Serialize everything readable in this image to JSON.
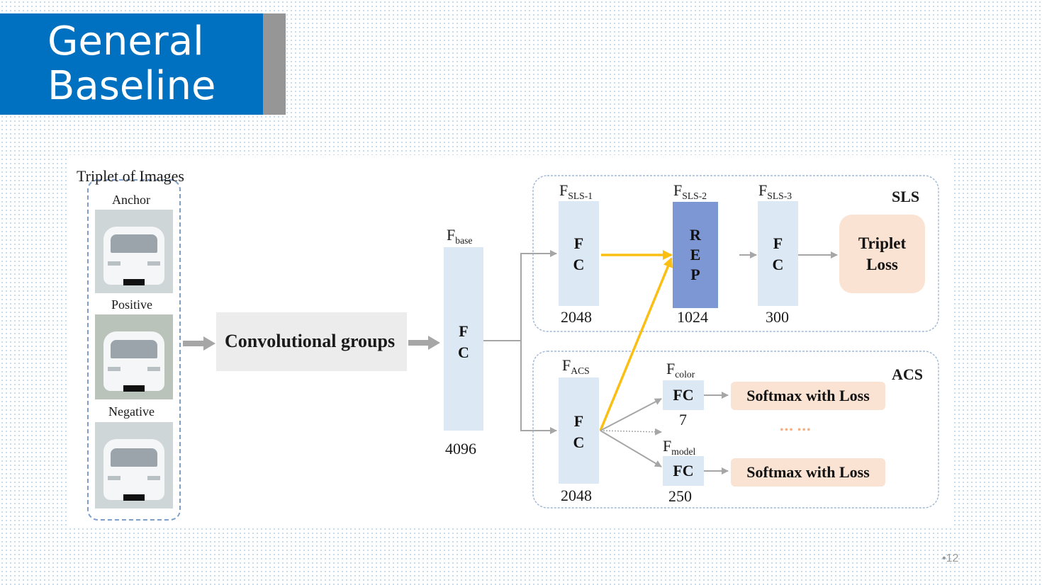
{
  "slide": {
    "title_line1": "General",
    "title_line2": "Baseline",
    "page_number": "12"
  },
  "diagram": {
    "triplet_title": "Triplet of Images",
    "anchor_label": "Anchor",
    "positive_label": "Positive",
    "negative_label": "Negative",
    "conv_label": "Convolutional groups",
    "base": {
      "letter": "F",
      "subscript": "base",
      "fc_top": "F",
      "fc_bottom": "C",
      "dim": "4096"
    },
    "sls": {
      "title": "SLS",
      "fc1": {
        "letter": "F",
        "subscript": "SLS-1",
        "top": "F",
        "bottom": "C",
        "dim": "2048"
      },
      "rep": {
        "letter": "F",
        "subscript": "SLS-2",
        "r": "R",
        "e": "E",
        "p": "P",
        "dim": "1024"
      },
      "fc3": {
        "letter": "F",
        "subscript": "SLS-3",
        "top": "F",
        "bottom": "C",
        "dim": "300"
      },
      "loss_line1": "Triplet",
      "loss_line2": "Loss"
    },
    "acs": {
      "title": "ACS",
      "fc": {
        "letter": "F",
        "subscript": "ACS",
        "top": "F",
        "bottom": "C",
        "dim": "2048"
      },
      "color": {
        "letter": "F",
        "subscript": "color",
        "fc": "FC",
        "dim": "7"
      },
      "model": {
        "letter": "F",
        "subscript": "model",
        "fc": "FC",
        "dim": "250"
      },
      "softmax1": "Softmax with Loss",
      "softmax2": "Softmax with Loss",
      "ellipsis": "•••  •••"
    },
    "colors": {
      "fc_box": "#dce8f4",
      "rep_box": "#7d97d4",
      "loss_box": "#fbe3d4",
      "conv_box": "#ececec",
      "highlight_arrow": "#fbbf14",
      "gray_arrow": "#a6a6a6",
      "dashed_border": "#7f9fc8",
      "title_bg": "#0070c0"
    }
  }
}
